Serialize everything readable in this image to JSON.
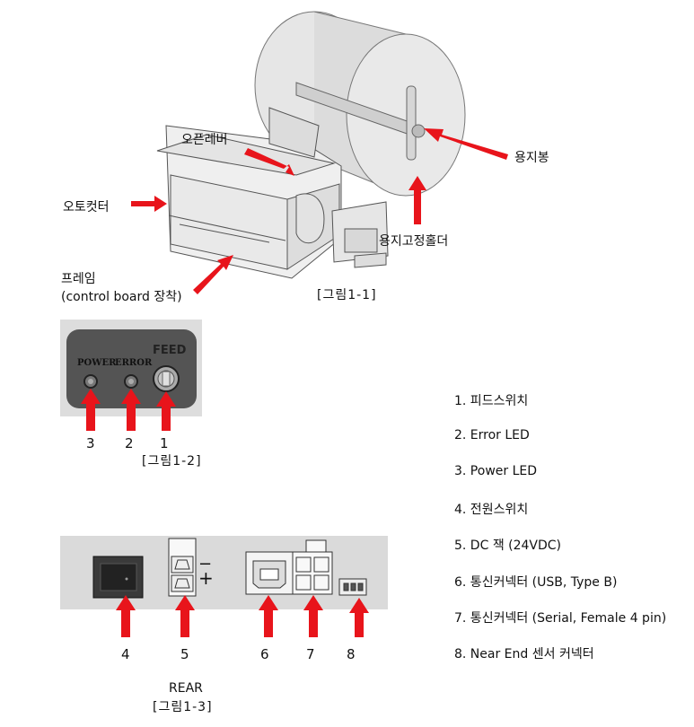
{
  "figure1": {
    "labels": {
      "open_lever": "오픈레버",
      "paper_rod": "용지봉",
      "auto_cutter": "오토컷터",
      "paper_holder": "용지고정홀더",
      "frame": "프레임",
      "frame_note": "(control board 장착)"
    },
    "caption": "[그림1-1]"
  },
  "figure2": {
    "panel_labels": {
      "power": "POWER",
      "error": "ERROR",
      "feed": "FEED"
    },
    "numbers": [
      "3",
      "2",
      "1"
    ],
    "caption": "[그림1-2]"
  },
  "figure3": {
    "numbers": [
      "4",
      "5",
      "6",
      "7",
      "8"
    ],
    "minus": "−",
    "plus": "+",
    "rear": "REAR",
    "caption": "[그림1-3]"
  },
  "list": [
    "1. 피드스위치",
    "2. Error LED",
    "3. Power LED",
    "4. 전원스위치",
    "5. DC 잭 (24VDC)",
    "6. 통신커넥터 (USB, Type B)",
    "7. 통신커넥터 (Serial, Female 4 pin)",
    "8. Near End 센서 커넥터"
  ],
  "colors": {
    "arrow": "#e8141b",
    "panel_bg": "#e2e2e2",
    "line": "#555555"
  }
}
